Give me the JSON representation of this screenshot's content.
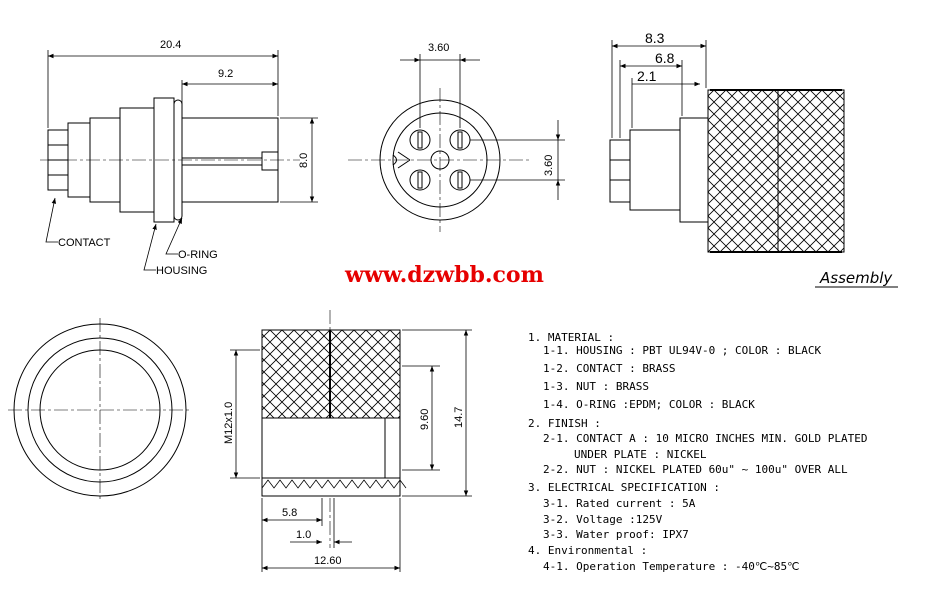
{
  "dimensions": {
    "side_overall": "20.4",
    "side_nut": "9.2",
    "side_height": "8.0",
    "front_h": "3.60",
    "front_v": "3.60",
    "asm_1": "8.3",
    "asm_2": "6.8",
    "asm_3": "2.1",
    "nut_thread": "M12x1.0",
    "nut_inner": "9.60",
    "nut_outer": "14.7",
    "nut_a": "5.8",
    "nut_b": "1.0",
    "nut_len": "12.60"
  },
  "callouts": {
    "contact": "CONTACT",
    "oring": "O-RING",
    "housing": "HOUSING"
  },
  "watermark": "www.dzwbb.com",
  "assembly_label": "Assembly",
  "spec_lines": [
    "1. MATERIAL :",
    "1-1. HOUSING : PBT UL94V-0 ; COLOR : BLACK",
    "1-2. CONTACT  : BRASS",
    "1-3. NUT : BRASS",
    "1-4. O-RING :EPDM; COLOR : BLACK",
    "2. FINISH :",
    "2-1. CONTACT A : 10 MICRO INCHES MIN. GOLD PLATED",
    "UNDER PLATE : NICKEL",
    "2-2. NUT : NICKEL PLATED 60u\" ~ 100u\" OVER ALL",
    "3. ELECTRICAL SPECIFICATION :",
    "3-1. Rated current : 5A",
    "3-2. Voltage :125V",
    "3-3. Water proof: IPX7",
    "4. Environmental :",
    "4-1. Operation Temperature : -40℃~85℃"
  ]
}
